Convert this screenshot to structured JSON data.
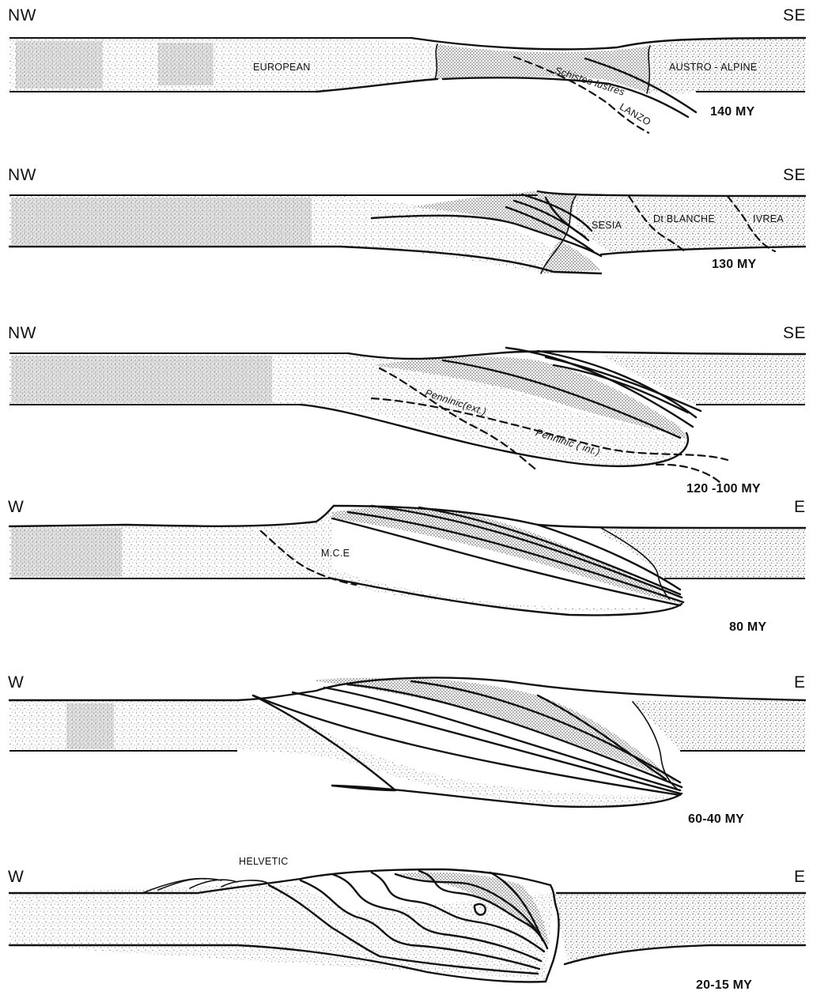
{
  "panels": [
    {
      "left_dir": "NW",
      "right_dir": "SE",
      "age": "140 MY",
      "units": [
        "EUROPEAN",
        "Schistes lustrés",
        "AUSTRO - ALPINE",
        "LANZO"
      ]
    },
    {
      "left_dir": "NW",
      "right_dir": "SE",
      "age": "130 MY",
      "units": [
        "SESIA",
        "Dt BLANCHE",
        "IVREA"
      ]
    },
    {
      "left_dir": "NW",
      "right_dir": "SE",
      "age": "120 -100 MY",
      "units": [
        "Penninic(ext.)",
        "Penninic ( int.)"
      ]
    },
    {
      "left_dir": "W",
      "right_dir": "E",
      "age": "80 MY",
      "units": [
        "M.C.E"
      ]
    },
    {
      "left_dir": "W",
      "right_dir": "E",
      "age": "60-40 MY",
      "units": []
    },
    {
      "left_dir": "W",
      "right_dir": "E",
      "age": "20-15 MY",
      "units": [
        "HELVETIC"
      ]
    }
  ],
  "colors": {
    "ink": "#111111",
    "paper": "#ffffff"
  }
}
